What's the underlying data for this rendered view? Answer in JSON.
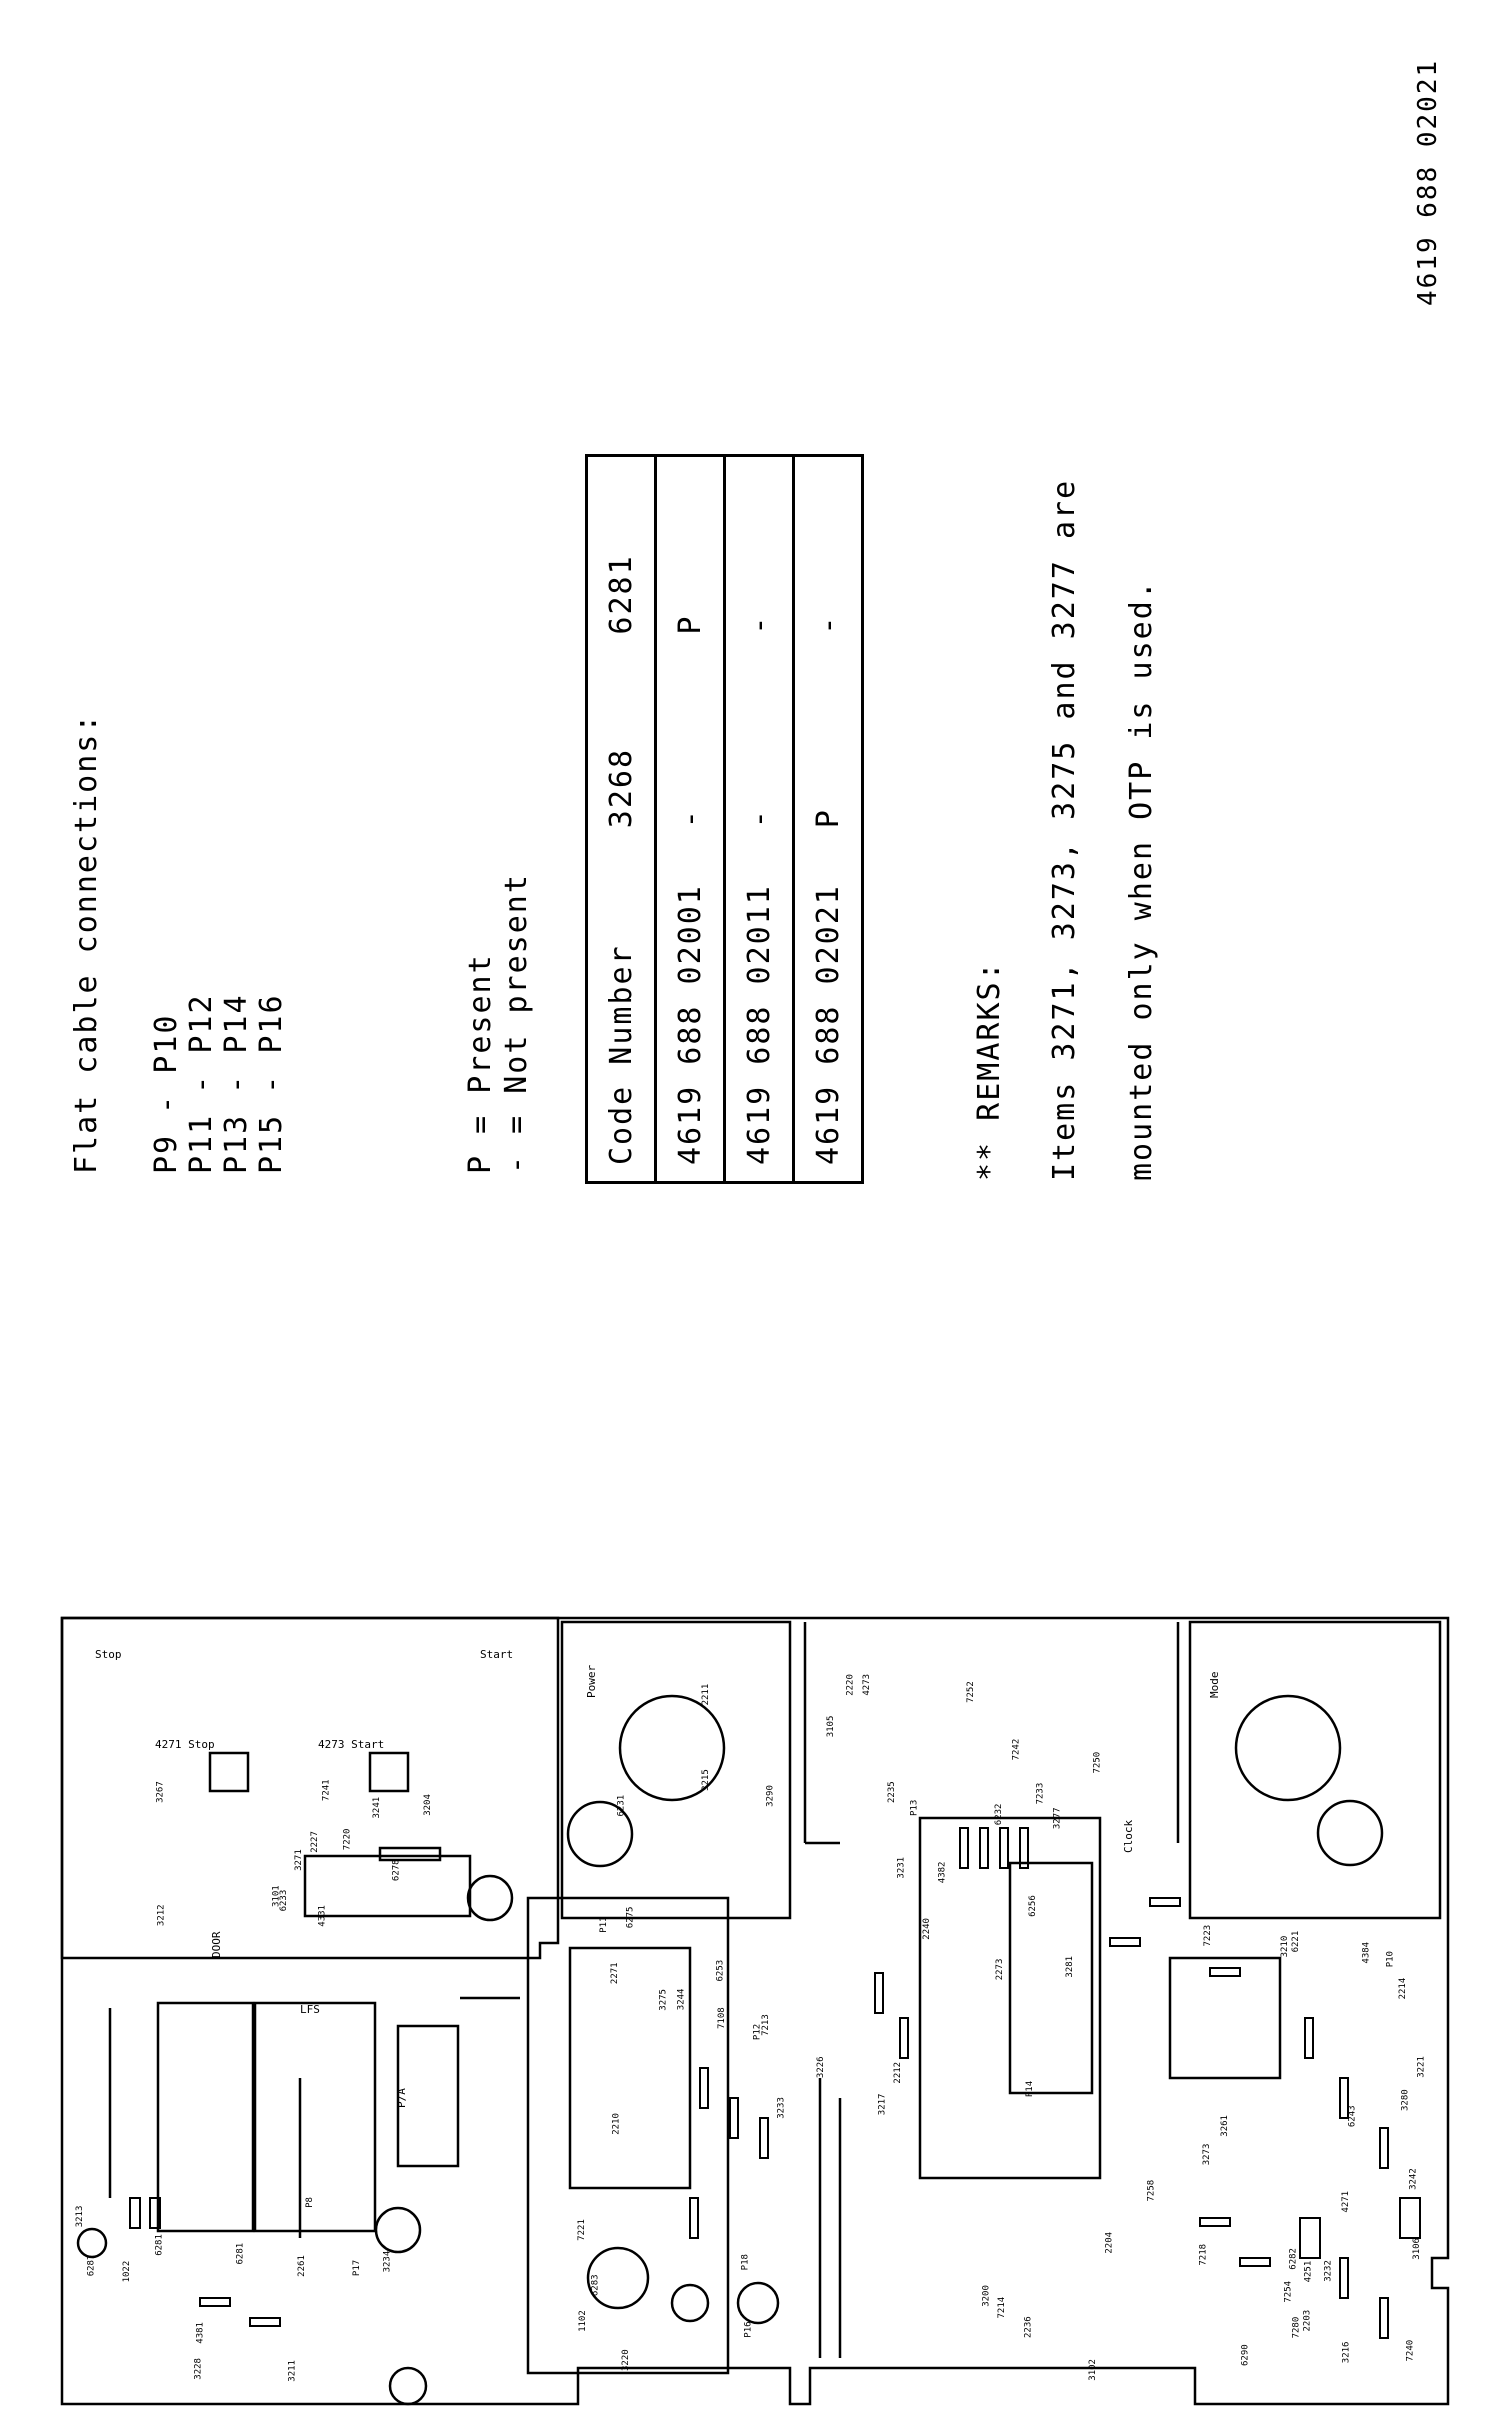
{
  "notes": {
    "flat_cable_title": "Flat cable connections:",
    "connections": [
      "P9 - P10",
      "P11 - P12",
      "P13 - P14",
      "P15 - P16"
    ],
    "legend_present": "P = Present",
    "legend_not_present": "- = Not present"
  },
  "code_table": {
    "headers": [
      "Code Number",
      "3268",
      "6281"
    ],
    "rows": [
      [
        "4619 688 02001",
        "-",
        "P"
      ],
      [
        "4619 688 02011",
        "-",
        "-"
      ],
      [
        "4619 688 02021",
        "P",
        "-"
      ]
    ]
  },
  "remarks": {
    "heading": "** REMARKS:",
    "line1": "Items 3271, 3273, 3275 and 3277 are",
    "line2": "mounted only when OTP is used."
  },
  "doc_number": "4619 688 02021",
  "pcb": {
    "labels": {
      "stop": "Stop",
      "start": "Start",
      "power": "Power",
      "mode": "Mode",
      "clock": "Clock",
      "door": "DOOR",
      "lfs": "LFS",
      "p_f": "P/A",
      "stop_key": "4271 Stop",
      "start_key": "4273 Start"
    },
    "refs": [
      "3271",
      "2271",
      "2273",
      "3273",
      "P17",
      "P16",
      "4271",
      "4273",
      "3241",
      "P12",
      "P13",
      "3242",
      "1022",
      "7258",
      "7254",
      "7252",
      "3212",
      "6253",
      "6256",
      "3261",
      "6281",
      "3220",
      "6290",
      "2220",
      "7220",
      "3226",
      "3231",
      "6221",
      "6287",
      "3200",
      "3106",
      "3105",
      "3101",
      "7108",
      "4382",
      "4384",
      "4381",
      "3102",
      "7240",
      "7242",
      "7241",
      "3244",
      "2240",
      "6243",
      "3228",
      "7221",
      "3232",
      "6231",
      "6233",
      "7213",
      "2212",
      "2214",
      "3213",
      "7214",
      "3216",
      "3215",
      "3267",
      "P11",
      "P14",
      "P10",
      "P8",
      "P18",
      "7218",
      "2211",
      "3204",
      "6275",
      "3277",
      "3210",
      "2261",
      "1102",
      "7280",
      "3290",
      "6278",
      "3275",
      "3217",
      "7223",
      "6281",
      "6283",
      "6282",
      "2235",
      "2227",
      "2210",
      "3281",
      "3280",
      "3211",
      "2204",
      "2203",
      "7233",
      "4331",
      "3233",
      "6232",
      "3221",
      "3234",
      "2236",
      "4251",
      "7250"
    ]
  }
}
